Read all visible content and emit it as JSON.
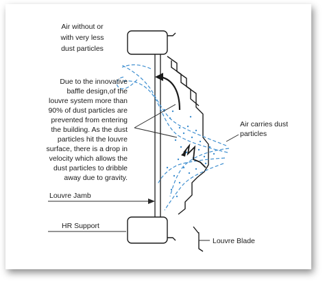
{
  "labels": {
    "top_line1": "Air without or",
    "top_line2": "with very less",
    "top_line3": "dust particles",
    "desc_lines": [
      "Due to the innovative",
      "baffle design,of the",
      "louvre system more than",
      "90% of dust particles are",
      "prevented from entering",
      "the building. As the dust",
      "particles hit the louvre",
      "surface, there is a drop in",
      "velocity which allows the",
      "dust particles to dribble",
      "away due to gravity."
    ],
    "air_carries_line1": "Air carries dust",
    "air_carries_line2": "particles",
    "louvre_jamb": "Louvre Jamb",
    "hr_support": "HR Support",
    "louvre_blade": "Louvre Blade"
  },
  "colors": {
    "dust": "#3f8fd0",
    "line": "#1a1a1a",
    "shadow": "#000000"
  }
}
